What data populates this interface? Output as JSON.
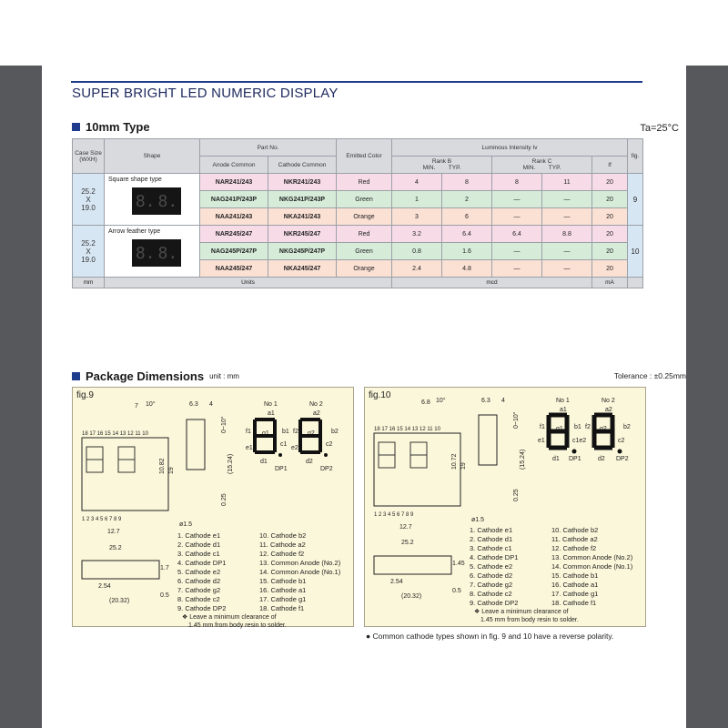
{
  "header": {
    "title": "SUPER BRIGHT LED NUMERIC DISPLAY"
  },
  "section1": {
    "title": "10mm Type",
    "ta": "Ta=25°C"
  },
  "table": {
    "case_size_header": "Case Size (WXH)",
    "shape_header": "Shape",
    "part_no_header": "Part No.",
    "anode_header": "Anode Common",
    "cathode_header": "Cathode Common",
    "color_header": "Emitted Color",
    "lum_header": "Luminous Intensity Iv",
    "rank_b": "Rank B",
    "rank_c": "Rank C",
    "min": "MIN.",
    "typ": "TYP.",
    "if": "If",
    "fig_header": "fig.",
    "groups": [
      {
        "case": [
          "25.2",
          "X",
          "19.0"
        ],
        "shape_label": "Square shape type",
        "fig": "9",
        "rows": [
          {
            "anode": "NAR241/243",
            "cathode": "NKR241/243",
            "color": "Red",
            "bmin": "4",
            "btyp": "8",
            "cmin": "8",
            "ctyp": "11",
            "if": "20",
            "cls": "r"
          },
          {
            "anode": "NAG241P/243P",
            "cathode": "NKG241P/243P",
            "color": "Green",
            "bmin": "1",
            "btyp": "2",
            "cmin": "—",
            "ctyp": "—",
            "if": "20",
            "cls": "g"
          },
          {
            "anode": "NAA241/243",
            "cathode": "NKA241/243",
            "color": "Orange",
            "bmin": "3",
            "btyp": "6",
            "cmin": "—",
            "ctyp": "—",
            "if": "20",
            "cls": "o"
          }
        ]
      },
      {
        "case": [
          "25.2",
          "X",
          "19.0"
        ],
        "shape_label": "Arrow feather type",
        "fig": "10",
        "rows": [
          {
            "anode": "NAR245/247",
            "cathode": "NKR245/247",
            "color": "Red",
            "bmin": "3.2",
            "btyp": "6.4",
            "cmin": "6.4",
            "ctyp": "8.8",
            "if": "20",
            "cls": "r"
          },
          {
            "anode": "NAG245P/247P",
            "cathode": "NKG245P/247P",
            "color": "Green",
            "bmin": "0.8",
            "btyp": "1.6",
            "cmin": "—",
            "ctyp": "—",
            "if": "20",
            "cls": "g"
          },
          {
            "anode": "NAA245/247",
            "cathode": "NKA245/247",
            "color": "Orange",
            "bmin": "2.4",
            "btyp": "4.8",
            "cmin": "—",
            "ctyp": "—",
            "if": "20",
            "cls": "o"
          }
        ]
      }
    ],
    "units": {
      "mm": "mm",
      "units": "Units",
      "mcd": "mcd",
      "ma": "mA"
    }
  },
  "section2": {
    "title": "Package Dimensions",
    "unit": "unit : mm",
    "tolerance": "Tolerance : ±0.25mm"
  },
  "fig9": {
    "label": "fig.9",
    "dims": {
      "d7": "7",
      "a10": "10°",
      "d63": "6.3",
      "d4": "4",
      "d25_2": "25.2",
      "d12_7": "12.7",
      "d19": "19",
      "d10_82": "10.82",
      "d6_3": "6.3",
      "d15_24": "(15.24)",
      "d0_25": "0.25",
      "d0_10": "0~10°",
      "phi": "ø1.5",
      "d1_7": "1.7",
      "d2_54": "2.54",
      "d20_32": "(20.32)",
      "d0_5": "0.5",
      "pins_top": "18 17 16 15 14 13 12 11 10",
      "pins_bot": "1 2 3 4 5 6 7 8 9"
    },
    "digit_labels": {
      "no1": "No 1",
      "no2": "No 2",
      "a1": "a1",
      "a2": "a2",
      "f1": "f1",
      "g1": "g1",
      "b1": "b1",
      "f2": "f2",
      "g2": "g2",
      "b2": "b2",
      "e1": "e1",
      "c1": "c1",
      "e2": "e2",
      "c2": "c2",
      "d1": "d1",
      "dp1": "DP1",
      "d2": "d2",
      "dp2": "DP2"
    },
    "pins_left": [
      "1.  Cathode  e1",
      "2.  Cathode  d1",
      "3.  Cathode  c1",
      "4.  Cathode  DP1",
      "5.  Cathode  e2",
      "6.  Cathode  d2",
      "7.  Cathode  g2",
      "8.  Cathode  c2",
      "9.  Cathode  DP2"
    ],
    "pins_right": [
      "10.  Cathode  b2",
      "11.  Cathode  a2",
      "12.  Cathode  f2",
      "13.  Common  Anode (No.2)",
      "14.  Common  Anode (No.1)",
      "15.  Cathode  b1",
      "16.  Cathode  a1",
      "17.  Cathode  g1",
      "18.  Cathode  f1"
    ],
    "note1": "❖ Leave a minimum clearance of",
    "note2": "1.45 mm from  body resin to solder."
  },
  "fig10": {
    "label": "fig.10",
    "dims": {
      "d6_8": "6.8",
      "a10": "10°",
      "d63": "6.3",
      "d4": "4",
      "d25_2": "25.2",
      "d12_7": "12.7",
      "d19": "19",
      "d10_72": "10.72",
      "d15_24": "(15.24)",
      "d0_25": "0.25",
      "d0_10": "0~10°",
      "phi": "ø1.5",
      "d1_45": "1.45",
      "d2_54": "2.54",
      "d20_32": "(20.32)",
      "d0_5": "0.5",
      "pins_top": "18 17 16 15 14 13 12 11 10",
      "pins_bot": "1 2 3 4 5 6 7 8 9"
    },
    "digit_labels": {
      "no1": "No 1",
      "no2": "No 2",
      "a1": "a1",
      "a2": "a2",
      "f1": "f1",
      "g1": "g1",
      "b1": "b1",
      "f2": "f2",
      "g2": "g2",
      "b2": "b2",
      "e1": "e1",
      "c1": "c1e2",
      "c2": "c2",
      "d1": "d1",
      "dp1": "DP1",
      "d2": "d2",
      "dp2": "DP2"
    },
    "pins_left": [
      "1.  Cathode  e1",
      "2.  Cathode  d1",
      "3.  Cathode  c1",
      "4.  Cathode  DP1",
      "5.  Cathode  e2",
      "6.  Cathode  d2",
      "7.  Cathode  g2",
      "8.  Cathode  c2",
      "9.  Cathode  DP2"
    ],
    "pins_right": [
      "10.  Cathode  b2",
      "11.  Cathode  a2",
      "12.  Cathode  f2",
      "13.  Common  Anode (No.2)",
      "14.  Common  Anode (No.1)",
      "15.  Cathode  b1",
      "16.  Cathode  a1",
      "17.  Cathode  g1",
      "18.  Cathode  f1"
    ],
    "note1": "❖ Leave a minimum clearance of",
    "note2": "1.45 mm from  body resin to solder."
  },
  "footnote": "● Common cathode types shown in fig. 9 and 10 have a reverse polarity."
}
